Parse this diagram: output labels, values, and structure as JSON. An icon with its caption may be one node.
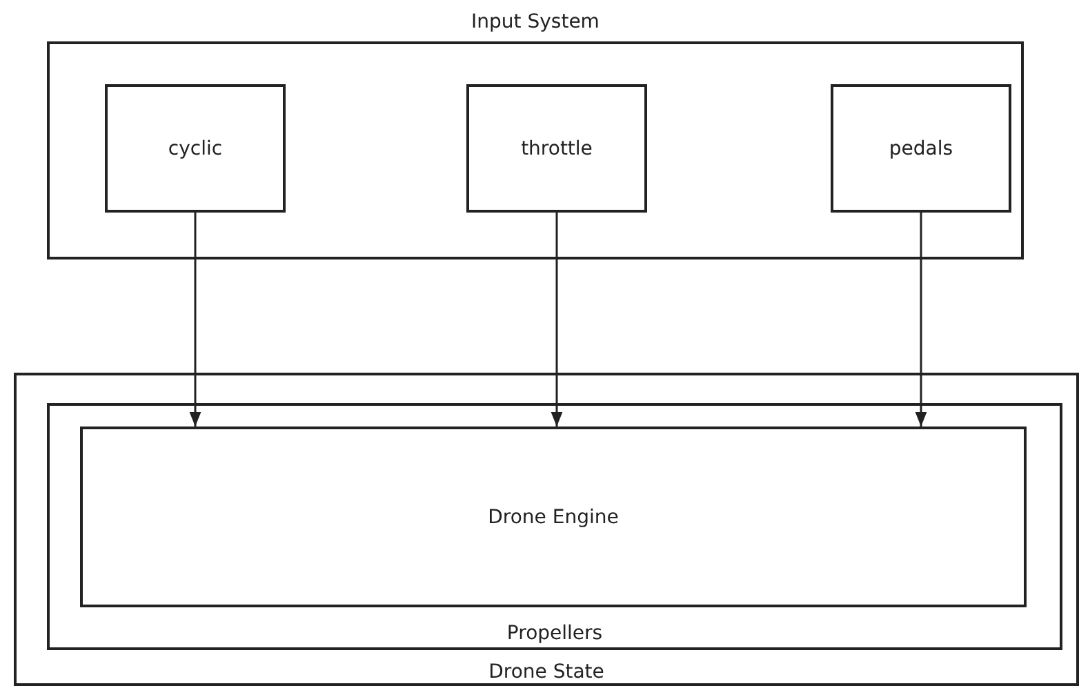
{
  "diagram": {
    "nodes": [
      {
        "text": [
          "Input System"
        ]
      },
      {
        "text": [
          "cyclic"
        ],
        "in": 0
      },
      {
        "text": [
          "throttle"
        ],
        "in": 0
      },
      {
        "text": [
          "pedals"
        ],
        "in": 0
      },
      {
        "text": [
          "Drone State"
        ]
      },
      {
        "text": [
          "Propellers"
        ],
        "in": 4
      },
      {
        "text": [
          "Drone Engine"
        ],
        "in": 5
      }
    ],
    "edges": [
      {
        "from": 1,
        "to": 6,
        "arrow": "to"
      },
      {
        "from": 2,
        "to": 6,
        "arrow": "to"
      },
      {
        "from": 3,
        "to": 6,
        "arrow": "to"
      }
    ]
  }
}
